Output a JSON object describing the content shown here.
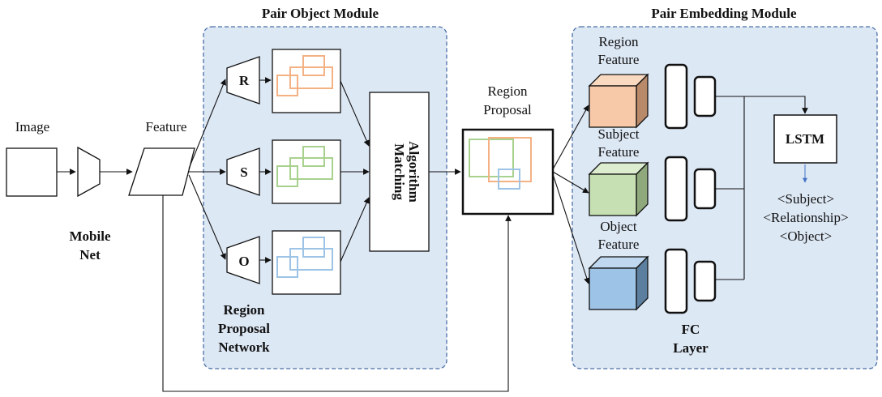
{
  "modules": {
    "pair_object": {
      "title": "Pair Object Module"
    },
    "pair_embedding": {
      "title": "Pair Embedding Module"
    }
  },
  "input": {
    "image_label": "Image",
    "feature_label": "Feature"
  },
  "backbone": {
    "line1": "Mobile",
    "line2": "Net"
  },
  "rpn": {
    "branches": [
      {
        "letter": "R"
      },
      {
        "letter": "S"
      },
      {
        "letter": "O"
      }
    ],
    "label_line1": "Region",
    "label_line2": "Proposal",
    "label_line3": "Network"
  },
  "matching": {
    "line1": "Matching",
    "line2": "Algorithm"
  },
  "region_proposal": {
    "line1": "Region",
    "line2": "Proposal"
  },
  "features": [
    {
      "line1": "Region",
      "line2": "Feature",
      "color": "#f7c9a8"
    },
    {
      "line1": "Subject",
      "line2": "Feature",
      "color": "#c6e0b4"
    },
    {
      "line1": "Object",
      "line2": "Feature",
      "color": "#9dc3e6"
    }
  ],
  "fc": {
    "line1": "FC",
    "line2": "Layer"
  },
  "lstm": {
    "label": "LSTM"
  },
  "output": {
    "line1": "<Subject>",
    "line2": "<Relationship>",
    "line3": "<Object>"
  },
  "colors": {
    "panel_fill": "#dde8f5",
    "panel_border": "#4a6fa5",
    "region_boxes": "#f4b183",
    "subject_boxes": "#a9d18e",
    "object_boxes": "#9dc3e6",
    "output_arrow": "#4472c4"
  }
}
